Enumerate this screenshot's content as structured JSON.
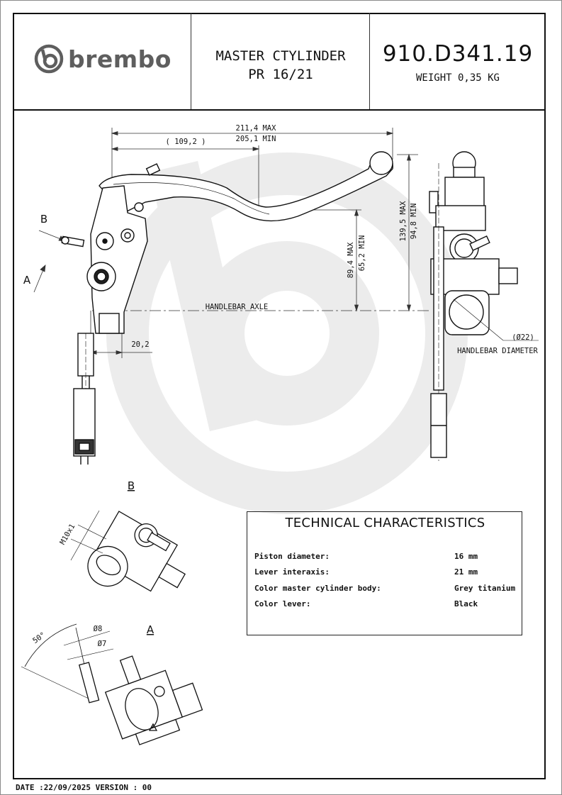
{
  "header": {
    "brand": "brembo",
    "title_line1": "MASTER CTYLINDER",
    "title_line2": "PR 16/21",
    "part_number": "910.D341.19",
    "weight": "WEIGHT 0,35 KG"
  },
  "dimensions": {
    "overall_max": "211,4 MAX",
    "overall_min": "205,1 MIN",
    "reference": "( 109,2 )",
    "lever_height_max": "89,4 MAX",
    "lever_height_min": "65,2 MIN",
    "total_height_max": "139,5 MAX",
    "total_height_min": "94,8 MIN",
    "offset": "20,2",
    "handlebar_axle": "HANDLEBAR AXLE",
    "handlebar_diameter_value": "(Ø22)",
    "handlebar_diameter_label": "HANDLEBAR DIAMETER",
    "thread": "M10x1",
    "angle": "50°",
    "hose_outer": "Ø8",
    "hose_inner": "Ø7"
  },
  "views": {
    "view_a_label": "A",
    "view_b_label": "B",
    "detail_b_title": "B",
    "detail_a_title": "A"
  },
  "technical": {
    "title": "TECHNICAL CHARACTERISTICS",
    "rows": [
      {
        "label": "Piston diameter:",
        "value": "16 mm"
      },
      {
        "label": "Lever interaxis:",
        "value": "21 mm"
      },
      {
        "label": "Color master cylinder body:",
        "value": "Grey titanium"
      },
      {
        "label": "Color lever:",
        "value": "Black"
      }
    ]
  },
  "footer": {
    "text": "DATE :22/09/2025 VERSION : 00"
  },
  "colors": {
    "logo_gray": "#5e5e5e",
    "watermark_gray": "#ececec",
    "line": "#111111"
  }
}
